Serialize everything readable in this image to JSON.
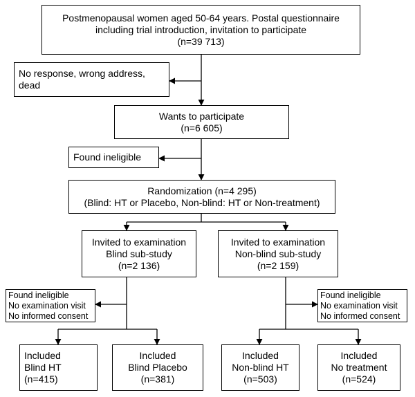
{
  "flowchart": {
    "start": {
      "lines": [
        "Postmenopausal women aged 50-64 years. Postal questionnaire",
        "including trial introduction, invitation to participate",
        "(n=39 713)"
      ]
    },
    "no_response": {
      "lines": [
        "No response, wrong address,",
        "dead"
      ]
    },
    "wants": {
      "lines": [
        "Wants to participate",
        "(n=6 605)"
      ]
    },
    "ineligible_1": {
      "lines": [
        "Found ineligible"
      ]
    },
    "randomization": {
      "lines": [
        "Randomization (n=4 295)",
        "(Blind: HT or Placebo, Non-blind: HT or Non-treatment)"
      ]
    },
    "blind_substudy": {
      "lines": [
        "Invited to examination",
        "Blind sub-study",
        "(n=2 136)"
      ]
    },
    "nonblind_substudy": {
      "lines": [
        "Invited to examination",
        "Non-blind sub-study",
        "(n=2 159)"
      ]
    },
    "exclusion_left": {
      "lines": [
        "Found ineligible",
        "No examination visit",
        "No informed consent"
      ]
    },
    "exclusion_right": {
      "lines": [
        "Found ineligible",
        "No examination visit",
        "No informed consent"
      ]
    },
    "blind_ht": {
      "lines": [
        "Included",
        "Blind HT",
        "(n=415)"
      ]
    },
    "blind_placebo": {
      "lines": [
        "Included",
        "Blind Placebo",
        "(n=381)"
      ]
    },
    "nonblind_ht": {
      "lines": [
        "Included",
        "Non-blind HT",
        "(n=503)"
      ]
    },
    "no_treatment": {
      "lines": [
        "Included",
        "No treatment",
        "(n=524)"
      ]
    }
  }
}
